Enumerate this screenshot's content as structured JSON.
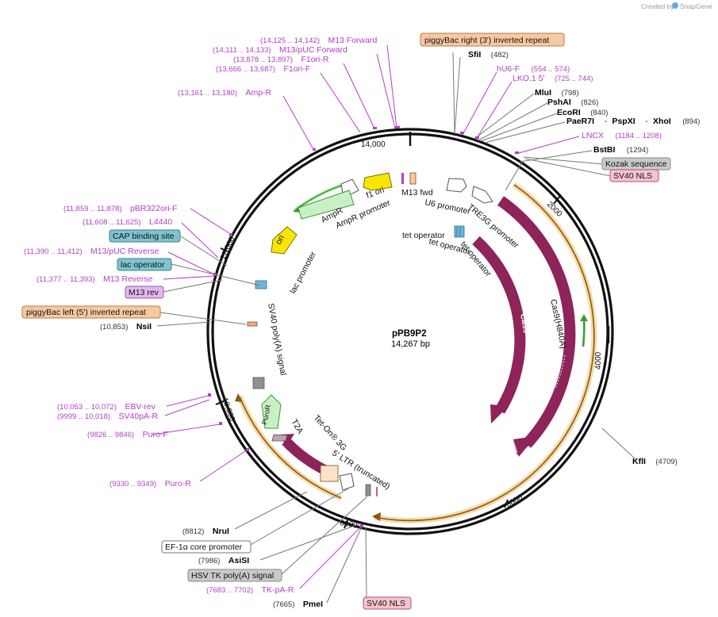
{
  "watermark": {
    "prefix": "Created by",
    "brand": "SnapGene"
  },
  "plasmid": {
    "name": "pPB9P2",
    "length": "14,267 bp"
  },
  "ticks": [
    "2000",
    "4000",
    "6000",
    "8000",
    "10,000",
    "12,000",
    "14,000"
  ],
  "colors": {
    "cas9": "#8e2459",
    "piggybac": "#f2a93b",
    "amp": "#c8f0c6",
    "ori": "#f7e600",
    "primer": "#b23fc4",
    "kozak": "#c9c9c9",
    "nls": "#f4c3cf",
    "cap": "#7ec4cf"
  },
  "sites": {
    "sfi": {
      "name": "SfiI",
      "pos": "(482)"
    },
    "mlu": {
      "name": "MluI",
      "pos": "(798)"
    },
    "psh": {
      "name": "PshAI",
      "pos": "(826)"
    },
    "eco": {
      "name": "EcoRI",
      "pos": "(840)"
    },
    "pae": {
      "name": "PaeR7I",
      "sep1": "-",
      "name2": "PspXI",
      "sep2": "-",
      "name3": "XhoI",
      "pos": "(894)"
    },
    "bst": {
      "name": "BstBI",
      "pos": "(1294)"
    },
    "kfl": {
      "name": "KflI",
      "pos": "(4709)"
    },
    "nru": {
      "name": "NruI",
      "pos": "(8812)"
    },
    "asi": {
      "name": "AsiSI",
      "pos": "(7986)"
    },
    "pme": {
      "name": "PmeI",
      "pos": "(7665)"
    },
    "nsi": {
      "name": "NsiI",
      "pos": "(10,853)"
    }
  },
  "primers": {
    "m13fwd": {
      "pos": "(14,125 .. 14,142)",
      "name": "M13 Forward"
    },
    "m13puc": {
      "pos": "(14,111 .. 14,133)",
      "name": "M13/pUC Forward"
    },
    "f1r": {
      "pos": "(13,878 .. 13,897)",
      "name": "F1ori-R"
    },
    "f1f": {
      "pos": "(13,666 .. 13,687)",
      "name": "F1ori-F"
    },
    "ampr": {
      "pos": "(13,161 .. 13,180)",
      "name": "Amp-R"
    },
    "hu6": {
      "name": "hU6-F",
      "pos": "(554 .. 574)"
    },
    "lko": {
      "name": "LKO.1 5'",
      "pos": "(725 .. 744)"
    },
    "lncx": {
      "name": "LNCX",
      "pos": "(1184 .. 1208)"
    },
    "pbr": {
      "pos": "(11,859 .. 11,878)",
      "name": "pBR322ori-F"
    },
    "l4440": {
      "pos": "(11,608 .. 11,625)",
      "name": "L4440"
    },
    "m13pucrev": {
      "pos": "(11,390 .. 11,412)",
      "name": "M13/pUC Reverse"
    },
    "m13rev": {
      "pos": "(11,377 .. 11,393)",
      "name": "M13 Reverse"
    },
    "ebv": {
      "pos": "(10,053 .. 10,072)",
      "name": "EBV-rev"
    },
    "sv40pa": {
      "pos": "(9999 .. 10,018)",
      "name": "SV40pA-R"
    },
    "purof": {
      "pos": "(9826 .. 9846)",
      "name": "Puro-F"
    },
    "puror": {
      "pos": "(9330 .. 9349)",
      "name": "Puro-R"
    },
    "tkpa": {
      "pos": "(7683 .. 7702)",
      "name": "TK-pA-R"
    }
  },
  "boxes": {
    "pbright": "piggyBac right (3') inverted repeat",
    "kozak": "Kozak sequence",
    "nls1": "SV40 NLS",
    "cap": "CAP binding site",
    "lacop": "lac operator",
    "m13rev": "M13 rev",
    "pbleft": "piggyBac left (5') inverted repeat",
    "ef1a": "EF-1α core promoter",
    "hsvtk": "HSV TK poly(A) signal",
    "nls2": "SV40 NLS"
  },
  "features": {
    "f1ori": "f1 ori",
    "ampprom": "AmpR promoter",
    "ampr": "AmpR",
    "ori": "ori",
    "m13fwd": "M13 fwd",
    "u6": "U6 promoter",
    "tre3g": "TRE3G promoter",
    "tetop1": "tet operator",
    "tetop2": "tet operator",
    "tetop3": "tet operator",
    "cas9h840a": "Cas9(H840A)",
    "cas9": "Cas9",
    "lacprom": "lac promoter",
    "sv40pa": "SV40 poly(A) signal",
    "puror": "PuroR",
    "t2a": "T2A",
    "teton": "Tet-On® 3G",
    "ltr": "5' LTR (truncated)"
  }
}
